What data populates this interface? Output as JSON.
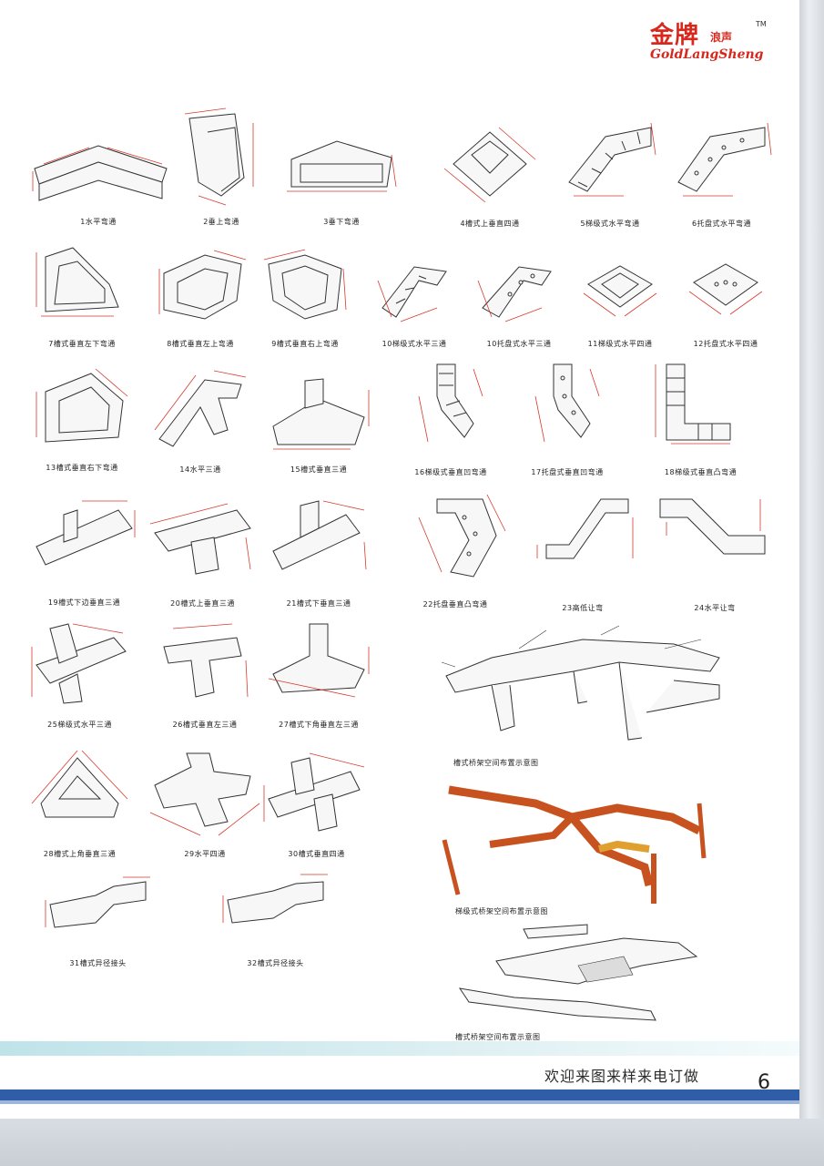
{
  "logo": {
    "cn": "金牌",
    "cn_sub": "浪声",
    "tm": "TM",
    "en": "GoldLangSheng"
  },
  "colors": {
    "brand_red": "#d8281e",
    "dimension_red": "#d83a2e",
    "footer_blue": "#2f5da8",
    "footer_cyan": "#bfe3e9",
    "tray_orange": "#c8521f"
  },
  "items": [
    {
      "caption": "1水平弯通"
    },
    {
      "caption": "2垂上弯通"
    },
    {
      "caption": "3垂下弯通"
    },
    {
      "caption": "4槽式上垂直四通"
    },
    {
      "caption": "5梯级式水平弯通"
    },
    {
      "caption": "6托盘式水平弯通"
    },
    {
      "caption": "7槽式垂直左下弯通"
    },
    {
      "caption": "8槽式垂直左上弯通"
    },
    {
      "caption": "9槽式垂直右上弯通"
    },
    {
      "caption": "10梯级式水平三通"
    },
    {
      "caption": "10托盘式水平三通"
    },
    {
      "caption": "11梯级式水平四通"
    },
    {
      "caption": "12托盘式水平四通"
    },
    {
      "caption": "13槽式垂直右下弯通"
    },
    {
      "caption": "14水平三通"
    },
    {
      "caption": "15槽式垂直三通"
    },
    {
      "caption": "16梯级式垂直凹弯通"
    },
    {
      "caption": "17托盘式垂直凹弯通"
    },
    {
      "caption": "18梯级式垂直凸弯通"
    },
    {
      "caption": "19槽式下边垂直三通"
    },
    {
      "caption": "20槽式上垂直三通"
    },
    {
      "caption": "21槽式下垂直三通"
    },
    {
      "caption": "22托盘垂直凸弯通"
    },
    {
      "caption": "23高低让弯"
    },
    {
      "caption": "24水平让弯"
    },
    {
      "caption": "25梯级式水平三通"
    },
    {
      "caption": "26槽式垂直左三通"
    },
    {
      "caption": "27槽式下角垂直左三通"
    },
    {
      "caption": "28槽式上角垂直三通"
    },
    {
      "caption": "29水平四通"
    },
    {
      "caption": "30槽式垂直四通"
    },
    {
      "caption": "31槽式异径接头"
    },
    {
      "caption": "32槽式异径接头"
    }
  ],
  "diagrams": [
    {
      "caption": "槽式桥架空间布置示意图"
    },
    {
      "caption": "梯级式桥架空间布置示意图"
    },
    {
      "caption": "槽式桥架空间布置示意图"
    }
  ],
  "footer": {
    "slogan": "欢迎来图来样来电订做",
    "page_number": "6"
  }
}
